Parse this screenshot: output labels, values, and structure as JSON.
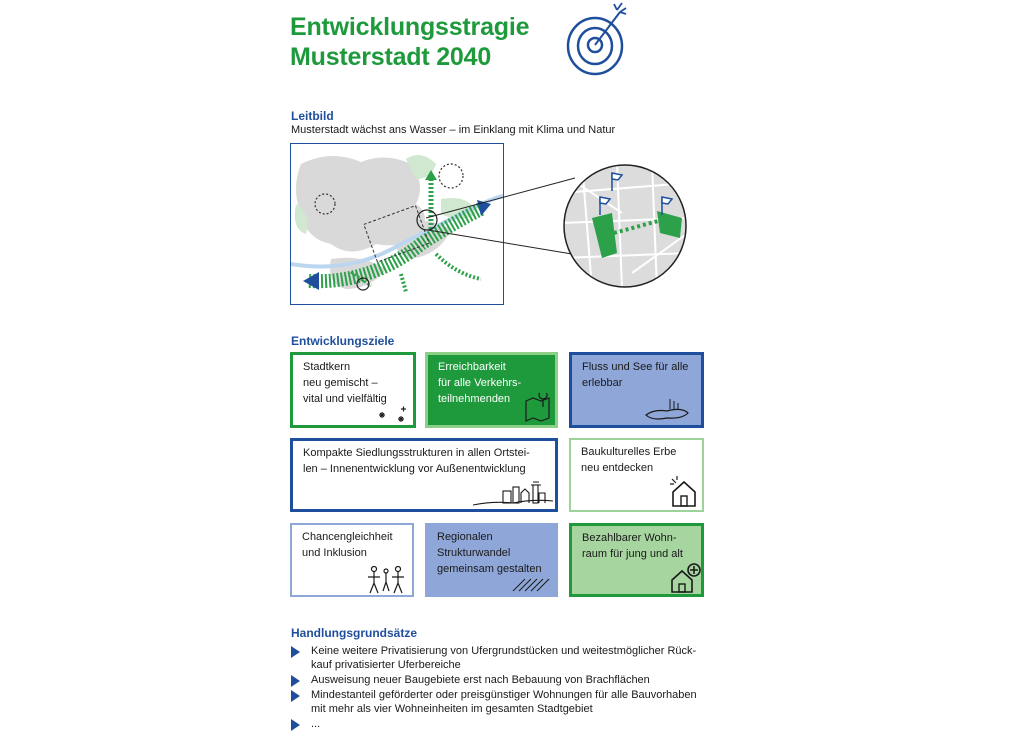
{
  "header": {
    "title_line1": "Entwicklungsstragie",
    "title_line2": "Musterstadt 2040"
  },
  "leitbild": {
    "heading": "Leitbild",
    "text": "Musterstadt wächst ans Wasser – im Einklang mit Klima und Natur"
  },
  "ziele": {
    "heading": "Entwicklungsziele",
    "cards": [
      {
        "text": "Stadtkern\nneu gemischt –\nvital und vielfältig",
        "icon": "sparkles-icon"
      },
      {
        "text": "Erreichbarkeit\nfür alle Verkehrs-\nteilnehmenden",
        "icon": "map-pin-icon"
      },
      {
        "text": "Fluss und See für alle\nerlebbar",
        "icon": "lake-icon"
      },
      {
        "text": "Kompakte Siedlungsstrukturen in allen Ortstei-\nlen – Innenentwicklung vor Außenentwicklung",
        "icon": "skyline-icon"
      },
      {
        "text": "Baukulturelles Erbe\nneu entdecken",
        "icon": "house-sparkle-icon"
      },
      {
        "text": "Chancengleichheit\nund Inklusion",
        "icon": "people-icon"
      },
      {
        "text": "Regionalen\nStrukturwandel\ngemeinsam gestalten",
        "icon": "hatch-icon"
      },
      {
        "text": "Bezahlbarer Wohn-\nraum für jung und alt",
        "icon": "house-plus-icon"
      }
    ]
  },
  "grundsaetze": {
    "heading": "Handlungsgrundsätze",
    "items": [
      "Keine weitere Privatisierung von Ufergrundstücken und weitestmöglicher Rück-\nkauf privatisierter Uferbereiche",
      "Ausweisung neuer Baugebiete erst nach Bebauung von Brachflächen",
      "Mindestanteil geförderter oder preisgünstiger Wohnungen für alle Bauvorhaben\nmit mehr als vier Wohneinheiten im gesamten Stadtgebiet",
      "..."
    ]
  },
  "colors": {
    "green": "#1e9a3c",
    "light_green": "#a6d59f",
    "blue": "#1f4f9c",
    "light_blue": "#8ea6d8"
  }
}
